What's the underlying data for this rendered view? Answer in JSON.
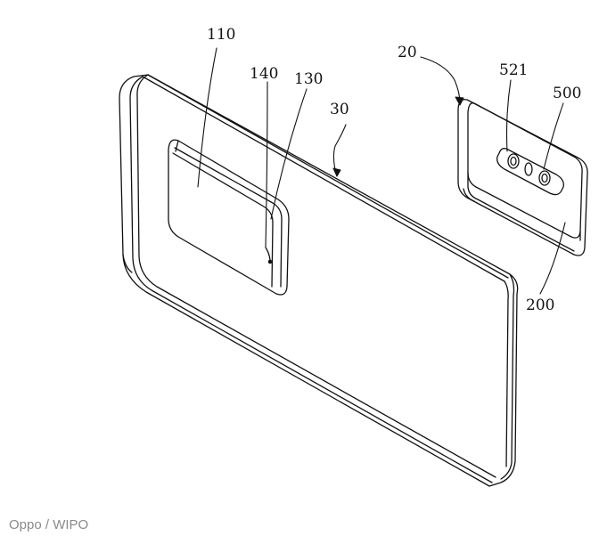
{
  "figure": {
    "labels": {
      "l110": "110",
      "l140": "140",
      "l130": "130",
      "l30": "30",
      "l20": "20",
      "l521": "521",
      "l500": "500",
      "l200": "200"
    },
    "caption": "Oppo / WIPO",
    "colors": {
      "line": "#111111",
      "caption": "#8a8a8a"
    }
  }
}
